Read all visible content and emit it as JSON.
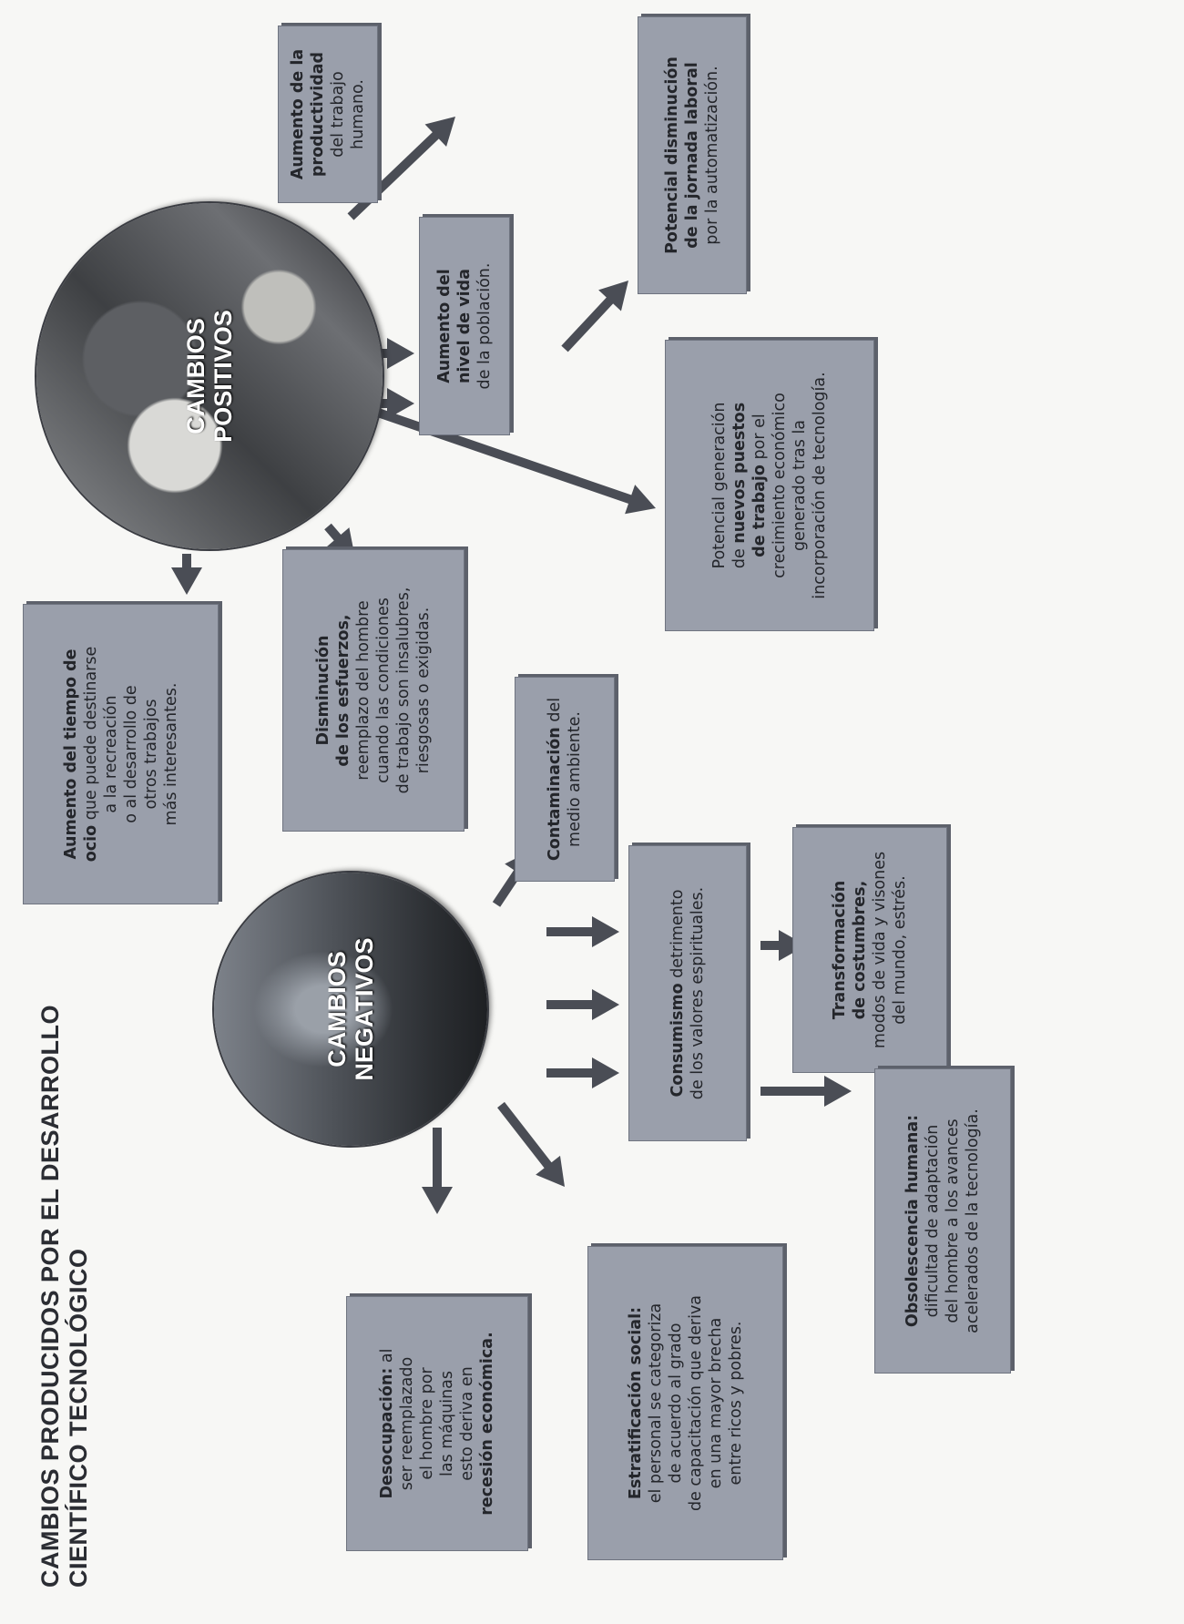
{
  "title": {
    "line1": "CAMBIOS PRODUCIDOS POR EL DESARROLLO",
    "line2": "CIENTÍFICO TECNOLÓGICO"
  },
  "positive": {
    "label_line1": "CAMBIOS",
    "label_line2": "POSITIVOS"
  },
  "negative": {
    "label_line1": "CAMBIOS",
    "label_line2": "NEGATIVOS"
  },
  "boxes": {
    "productividad": {
      "bold1": "Aumento de la",
      "bold2": "productividad",
      "text": "del trabajo humano."
    },
    "nivel_vida": {
      "bold1": "Aumento del",
      "bold2": "nivel de vida",
      "text": "de la población."
    },
    "jornada": {
      "bold1": "Potencial disminución",
      "bold2": "de la jornada laboral",
      "text": "por la automatización."
    },
    "puestos": {
      "l1": "Potencial generación",
      "l2a": "de ",
      "l2b": "nuevos puestos",
      "l3a": "de trabajo",
      "l3b": " por el",
      "l4": "crecimiento económico",
      "l5": "generado tras la",
      "l6": "incorporación de tecnología."
    },
    "ocio": {
      "bold1": "Aumento del tiempo de",
      "bold2": "ocio",
      "l2": " que puede destinarse",
      "l3": "a la recreación",
      "l4": "o al desarrollo de",
      "l5": "otros trabajos",
      "l6": "más interesantes."
    },
    "esfuerzos": {
      "bold1": "Disminución",
      "bold2": "de los esfuerzos,",
      "l3": "reemplazo del hombre",
      "l4": "cuando las condiciones",
      "l5": "de trabajo son insalubres,",
      "l6": "riesgosas o exigidas."
    },
    "contaminacion": {
      "bold": "Contaminación",
      "l1": " del",
      "l2": "medio ambiente."
    },
    "consumismo": {
      "bold": "Consumismo",
      "l1": " detrimento",
      "l2": "de los valores espirituales."
    },
    "costumbres": {
      "bold1": "Transformación",
      "bold2": "de costumbres,",
      "l3": "modos de vida y visones",
      "l4": "del mundo, estrés."
    },
    "desocupacion": {
      "bold": "Desocupación:",
      "l1": " al",
      "l2": "ser reemplazado",
      "l3": "el hombre por",
      "l4": "las máquinas",
      "l5": "esto deriva en",
      "bold2": "recesión económica."
    },
    "estratificacion": {
      "bold": "Estratificación social:",
      "l2": "el personal se categoriza",
      "l3": "de acuerdo al grado",
      "l4": "de capacitación que deriva",
      "l5": "en una mayor brecha",
      "l6": "entre ricos y pobres."
    },
    "obsolescencia": {
      "bold": "Obsolescencia humana:",
      "l2": "dificultad de adaptación",
      "l3": "del hombre a los avances",
      "l4": "acelerados de la tecnología."
    }
  },
  "colors": {
    "box_fill": "#9a9fab",
    "arrow": "#4a4d55",
    "text": "#24262b"
  }
}
